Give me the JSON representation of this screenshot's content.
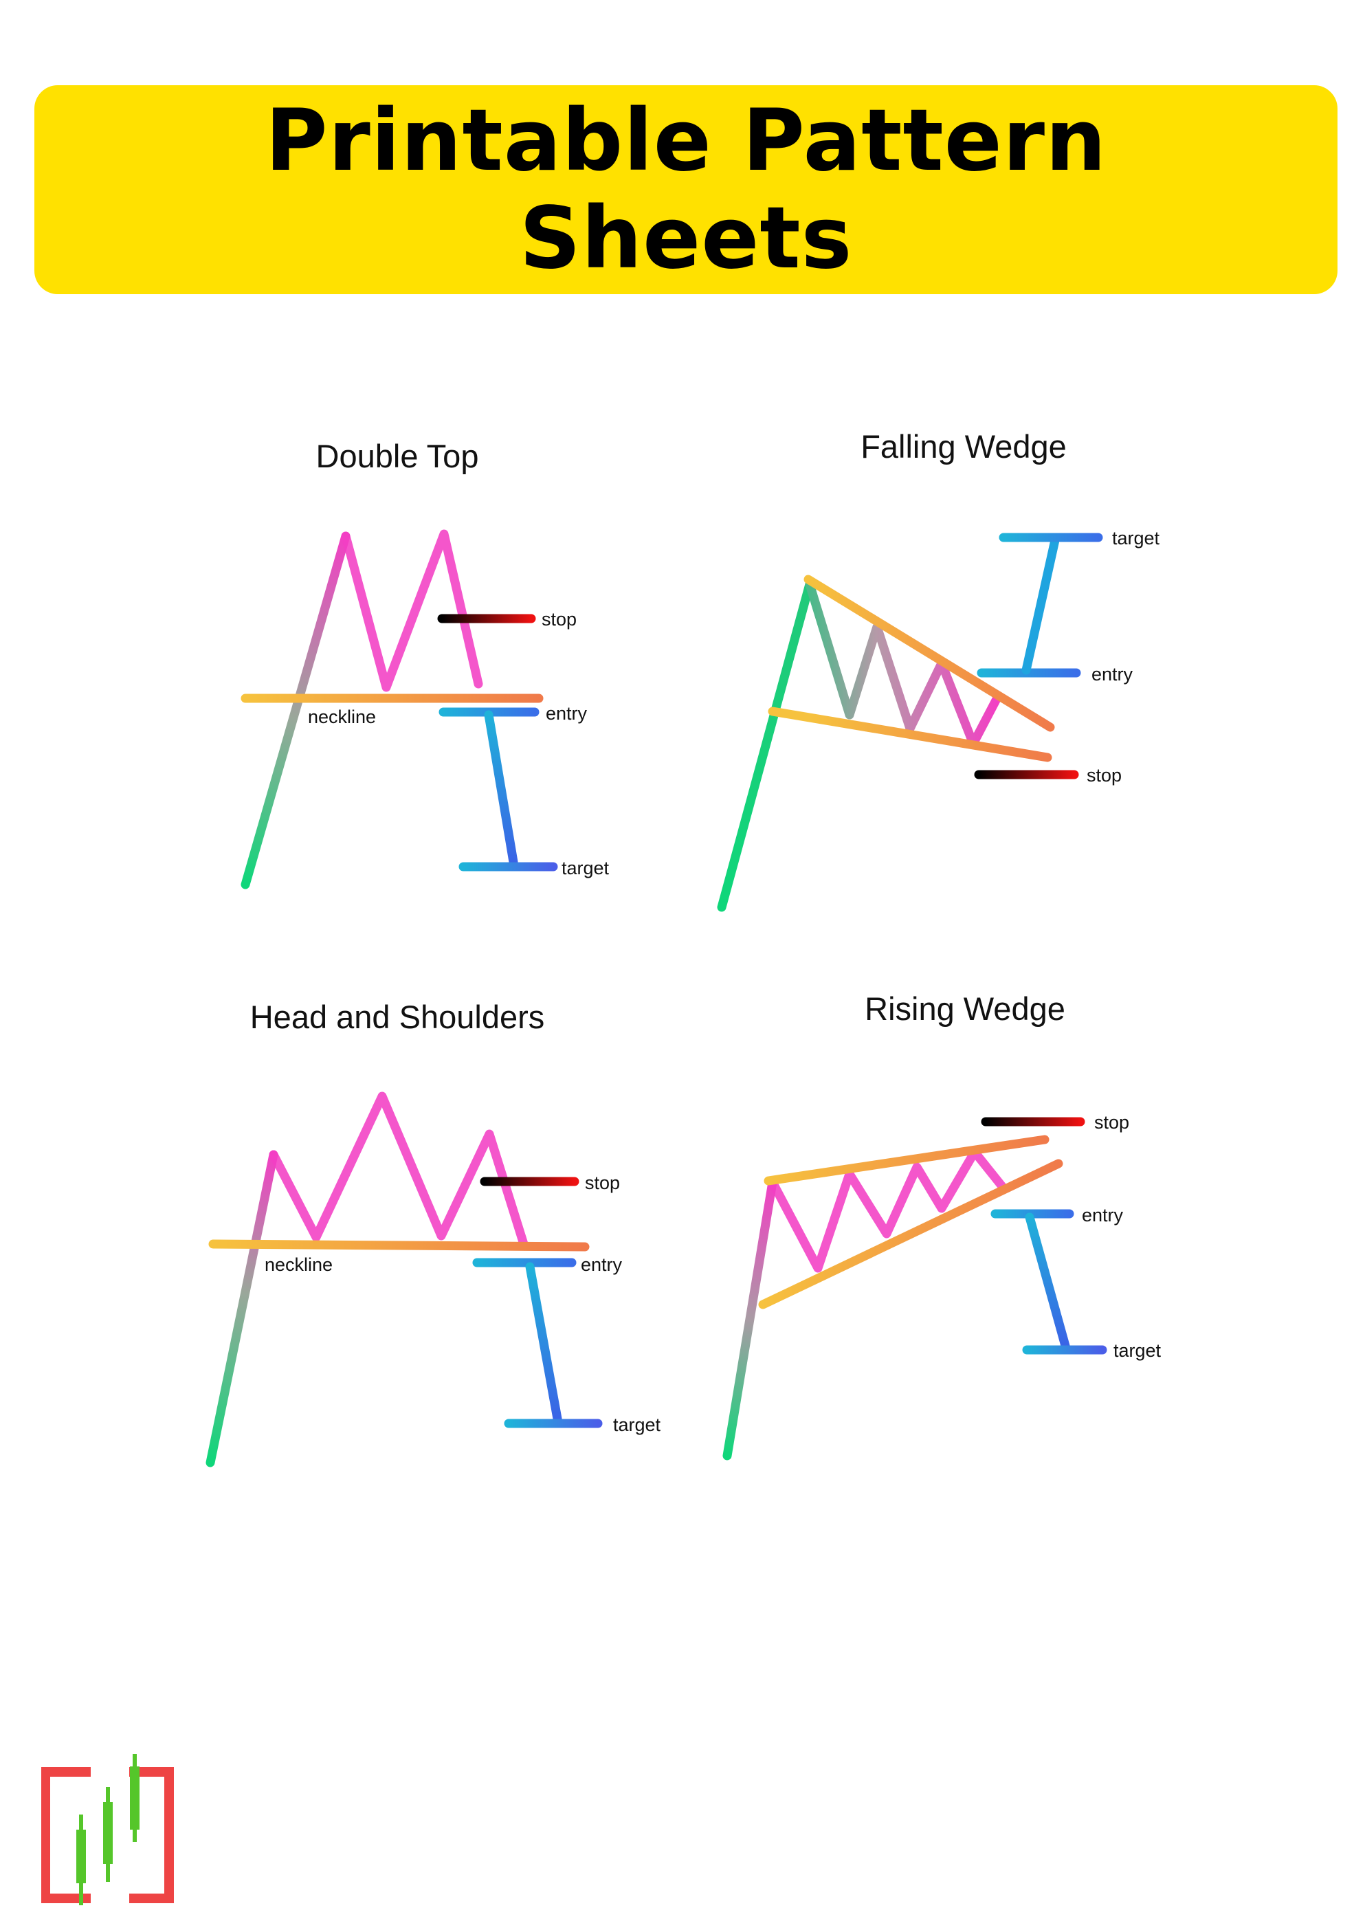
{
  "banner": {
    "line1": "Printable Pattern",
    "line2": "Sheets"
  },
  "patterns": {
    "double_top": {
      "title": "Double Top",
      "neckline": "neckline",
      "stop": "stop",
      "entry": "entry",
      "target": "target"
    },
    "falling_wedge": {
      "title": "Falling Wedge",
      "target": "target",
      "entry": "entry",
      "stop": "stop"
    },
    "head_shoulders": {
      "title": "Head and Shoulders",
      "neckline": "neckline",
      "stop": "stop",
      "entry": "entry",
      "target": "target"
    },
    "rising_wedge": {
      "title": "Rising Wedge",
      "stop": "stop",
      "entry": "entry",
      "target": "target"
    }
  },
  "colors": {
    "banner": "#ffe100",
    "bull_green": "#0fd67a",
    "pattern_pink": "#f23fc4",
    "trend_orange": "#f6c23e",
    "neckline_orange": "#f07a4a",
    "level_blue": "#1fb3d9",
    "stop_red": "#ee1111",
    "logo_red": "#ee4444",
    "logo_green": "#55c62a"
  },
  "icons": {
    "logo": "candlestick-logo-icon"
  }
}
